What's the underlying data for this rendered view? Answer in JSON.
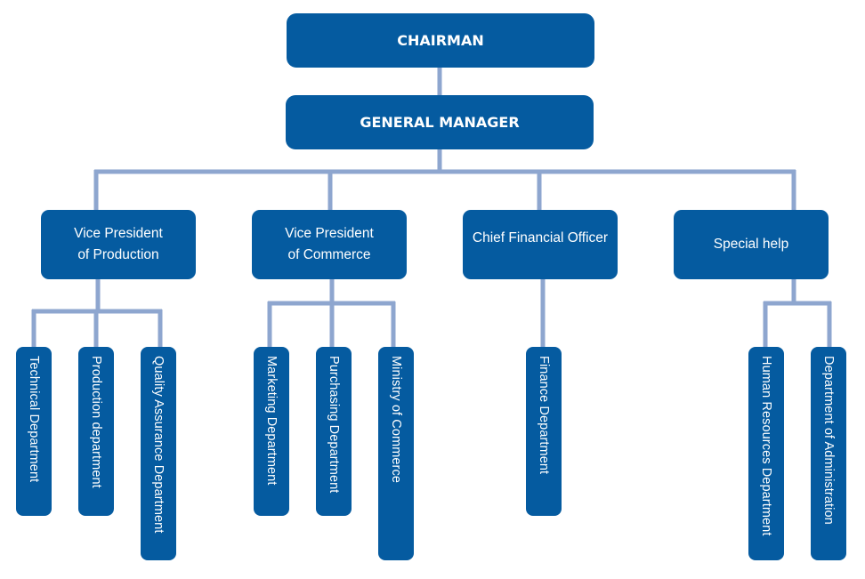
{
  "chairman": "CHAIRMAN",
  "general_manager": "GENERAL MANAGER",
  "vp_production": {
    "line1": "Vice President",
    "line2": "of Production"
  },
  "vp_commerce": {
    "line1": "Vice President",
    "line2": "of Commerce"
  },
  "cfo": "Chief Financial Officer",
  "special_help": "Special help",
  "departments": {
    "technical": "Technical Department",
    "production": "Production department",
    "quality": "Quality Assurance Department",
    "marketing": "Marketing Department",
    "purchasing": "Purchasing Department",
    "ministry": "Ministry of Commerce",
    "finance": "Finance Department",
    "human_resources": "Human Resources Department",
    "administration": "Department of Administration"
  },
  "colors": {
    "box": "#055ba0",
    "connector": "#8ea6cf",
    "text": "#ffffff"
  }
}
